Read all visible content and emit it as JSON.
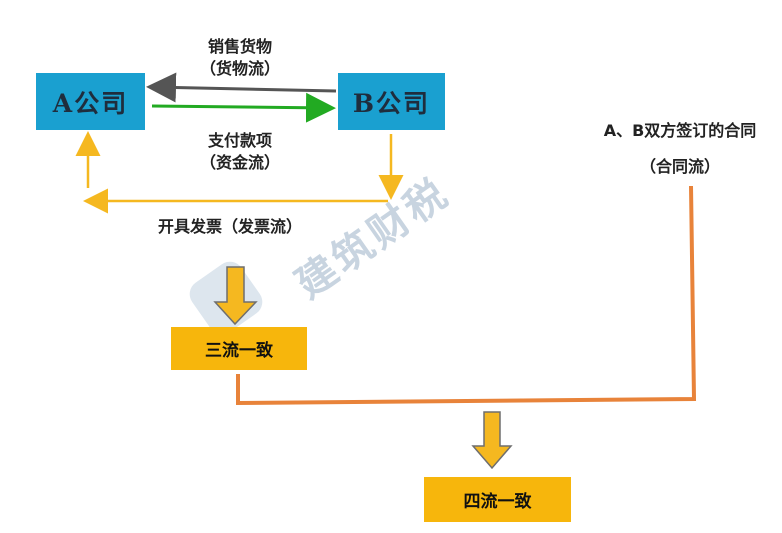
{
  "boxes": {
    "company_a": "A公司",
    "company_b": "B公司",
    "three_flows": "三流一致",
    "four_flows": "四流一致"
  },
  "labels": {
    "goods_top": "销售货物",
    "goods_bottom": "（货物流）",
    "payment_top": "支付款项",
    "payment_bottom": "（资金流）",
    "invoice": "开具发票（发票流）",
    "contract_top": "A、B双方签订的合同",
    "contract_bottom": "（合同流）"
  },
  "watermark": "建筑财税",
  "colors": {
    "company_box": "#1aa0d0",
    "result_box": "#f7b60c",
    "goods_arrow": "#555555",
    "payment_arrow": "#22aa22",
    "invoice_arrow": "#f5b820",
    "connector": "#e8833a"
  }
}
